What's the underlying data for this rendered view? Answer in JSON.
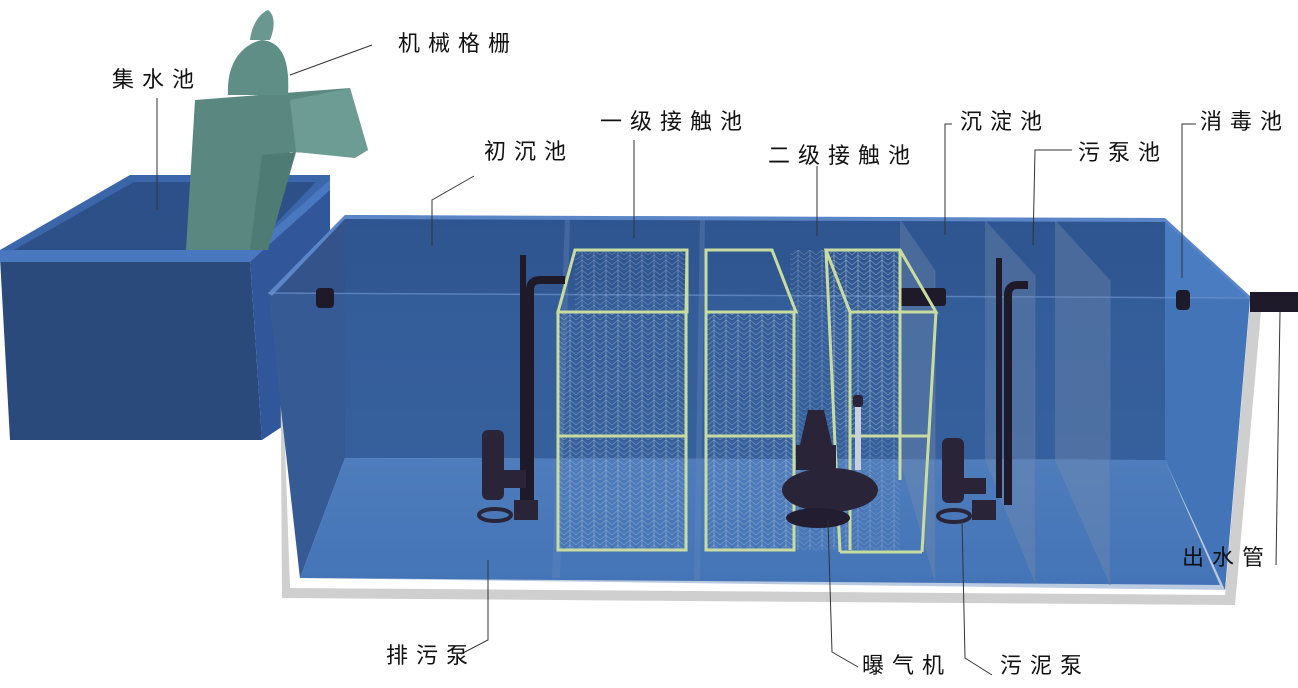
{
  "diagram": {
    "title": "",
    "colors": {
      "background": "#ffffff",
      "tank_wall_dark": "#2b4a7a",
      "tank_wall_mid": "#34598f",
      "tank_rim": "#4a78c0",
      "tank_floor": "#4f7fc2",
      "tank_shadow": "#cfcfcf",
      "screen_machine": "#5c8a84",
      "screen_machine_light": "#78a8a0",
      "frame": "#c9dca0",
      "pump": "#2a2438",
      "pipe": "#1e1a2a",
      "leader_line": "#333333",
      "label_text": "#111111"
    },
    "labels": {
      "collection_tank": "集水池",
      "mechanical_screen": "机械格栅",
      "primary_settling_tank": "初沉池",
      "first_contact_tank": "一级接触池",
      "second_contact_tank": "二级接触池",
      "sedimentation_tank": "沉淀池",
      "sludge_pump_tank": "污泵池",
      "disinfection_tank": "消毒池",
      "outlet_pipe": "出水管",
      "sewage_pump": "排污泵",
      "aerator": "曝气机",
      "sludge_pump": "污泥泵"
    }
  }
}
